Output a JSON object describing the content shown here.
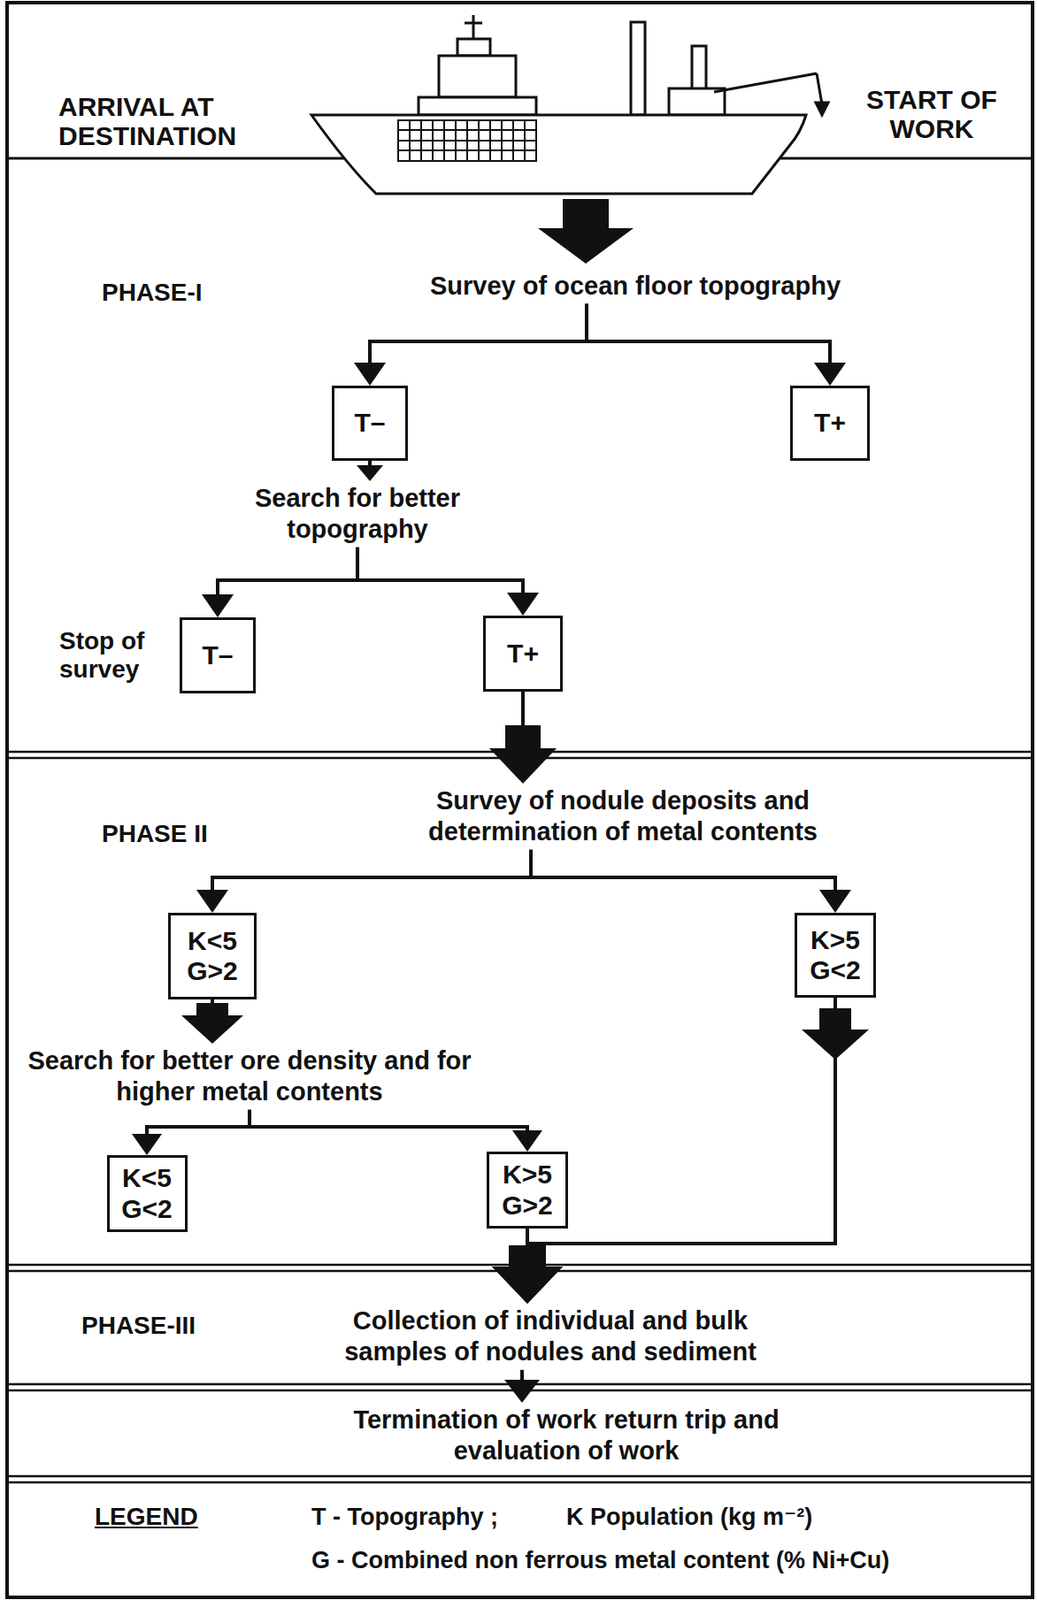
{
  "diagram": {
    "nodes": [
      {
        "text": [
          "Survey of ocean floor topography"
        ]
      },
      {
        "text": [
          "T–"
        ]
      },
      {
        "text": [
          "T+"
        ]
      },
      {
        "text": [
          "Search for better topography"
        ]
      },
      {
        "text": [
          "Stop of survey",
          "T–"
        ]
      },
      {
        "text": [
          "T+"
        ]
      },
      {
        "text": [
          "Survey of nodule deposits and determination of metal contents"
        ]
      },
      {
        "text": [
          "K<5 G>2"
        ]
      },
      {
        "text": [
          "K>5 G<2"
        ]
      },
      {
        "text": [
          "Search for better ore density and for higher metal contents"
        ]
      },
      {
        "text": [
          "K<5 G<2"
        ]
      },
      {
        "text": [
          "K>5 G>2"
        ]
      },
      {
        "text": [
          "Collection of individual and bulk samples of nodules and sediment"
        ]
      },
      {
        "text": [
          "Termination of work return trip and evaluation of work"
        ]
      }
    ],
    "edges": [
      {
        "from": 0,
        "to": 1,
        "arrow": "to"
      },
      {
        "from": 0,
        "to": 2,
        "arrow": "to"
      },
      {
        "from": 1,
        "to": 3,
        "arrow": "to"
      },
      {
        "from": 3,
        "to": 4,
        "arrow": "to"
      },
      {
        "from": 3,
        "to": 5,
        "arrow": "to"
      },
      {
        "from": 5,
        "to": 6,
        "arrow": "to"
      },
      {
        "from": 6,
        "to": 7,
        "arrow": "to"
      },
      {
        "from": 6,
        "to": 8,
        "arrow": "to"
      },
      {
        "from": 7,
        "to": 9,
        "arrow": "to"
      },
      {
        "from": 9,
        "to": 10,
        "arrow": "to"
      },
      {
        "from": 9,
        "to": 11,
        "arrow": "to"
      },
      {
        "from": 11,
        "to": 12,
        "arrow": "to"
      },
      {
        "from": 8,
        "to": 12,
        "arrow": "to"
      },
      {
        "from": 12,
        "to": 13,
        "arrow": "to"
      }
    ],
    "labels": [
      "ARRIVAL AT DESTINATION",
      "START OF WORK",
      "PHASE-I",
      "PHASE II",
      "PHASE-III",
      "LEGEND"
    ],
    "legend": [
      {
        "text": "T - Topography ;"
      },
      {
        "text": "K Population (kg m⁻²)"
      },
      {
        "text": "G - Combined non ferrous metal content (% Ni+Cu)"
      }
    ]
  }
}
